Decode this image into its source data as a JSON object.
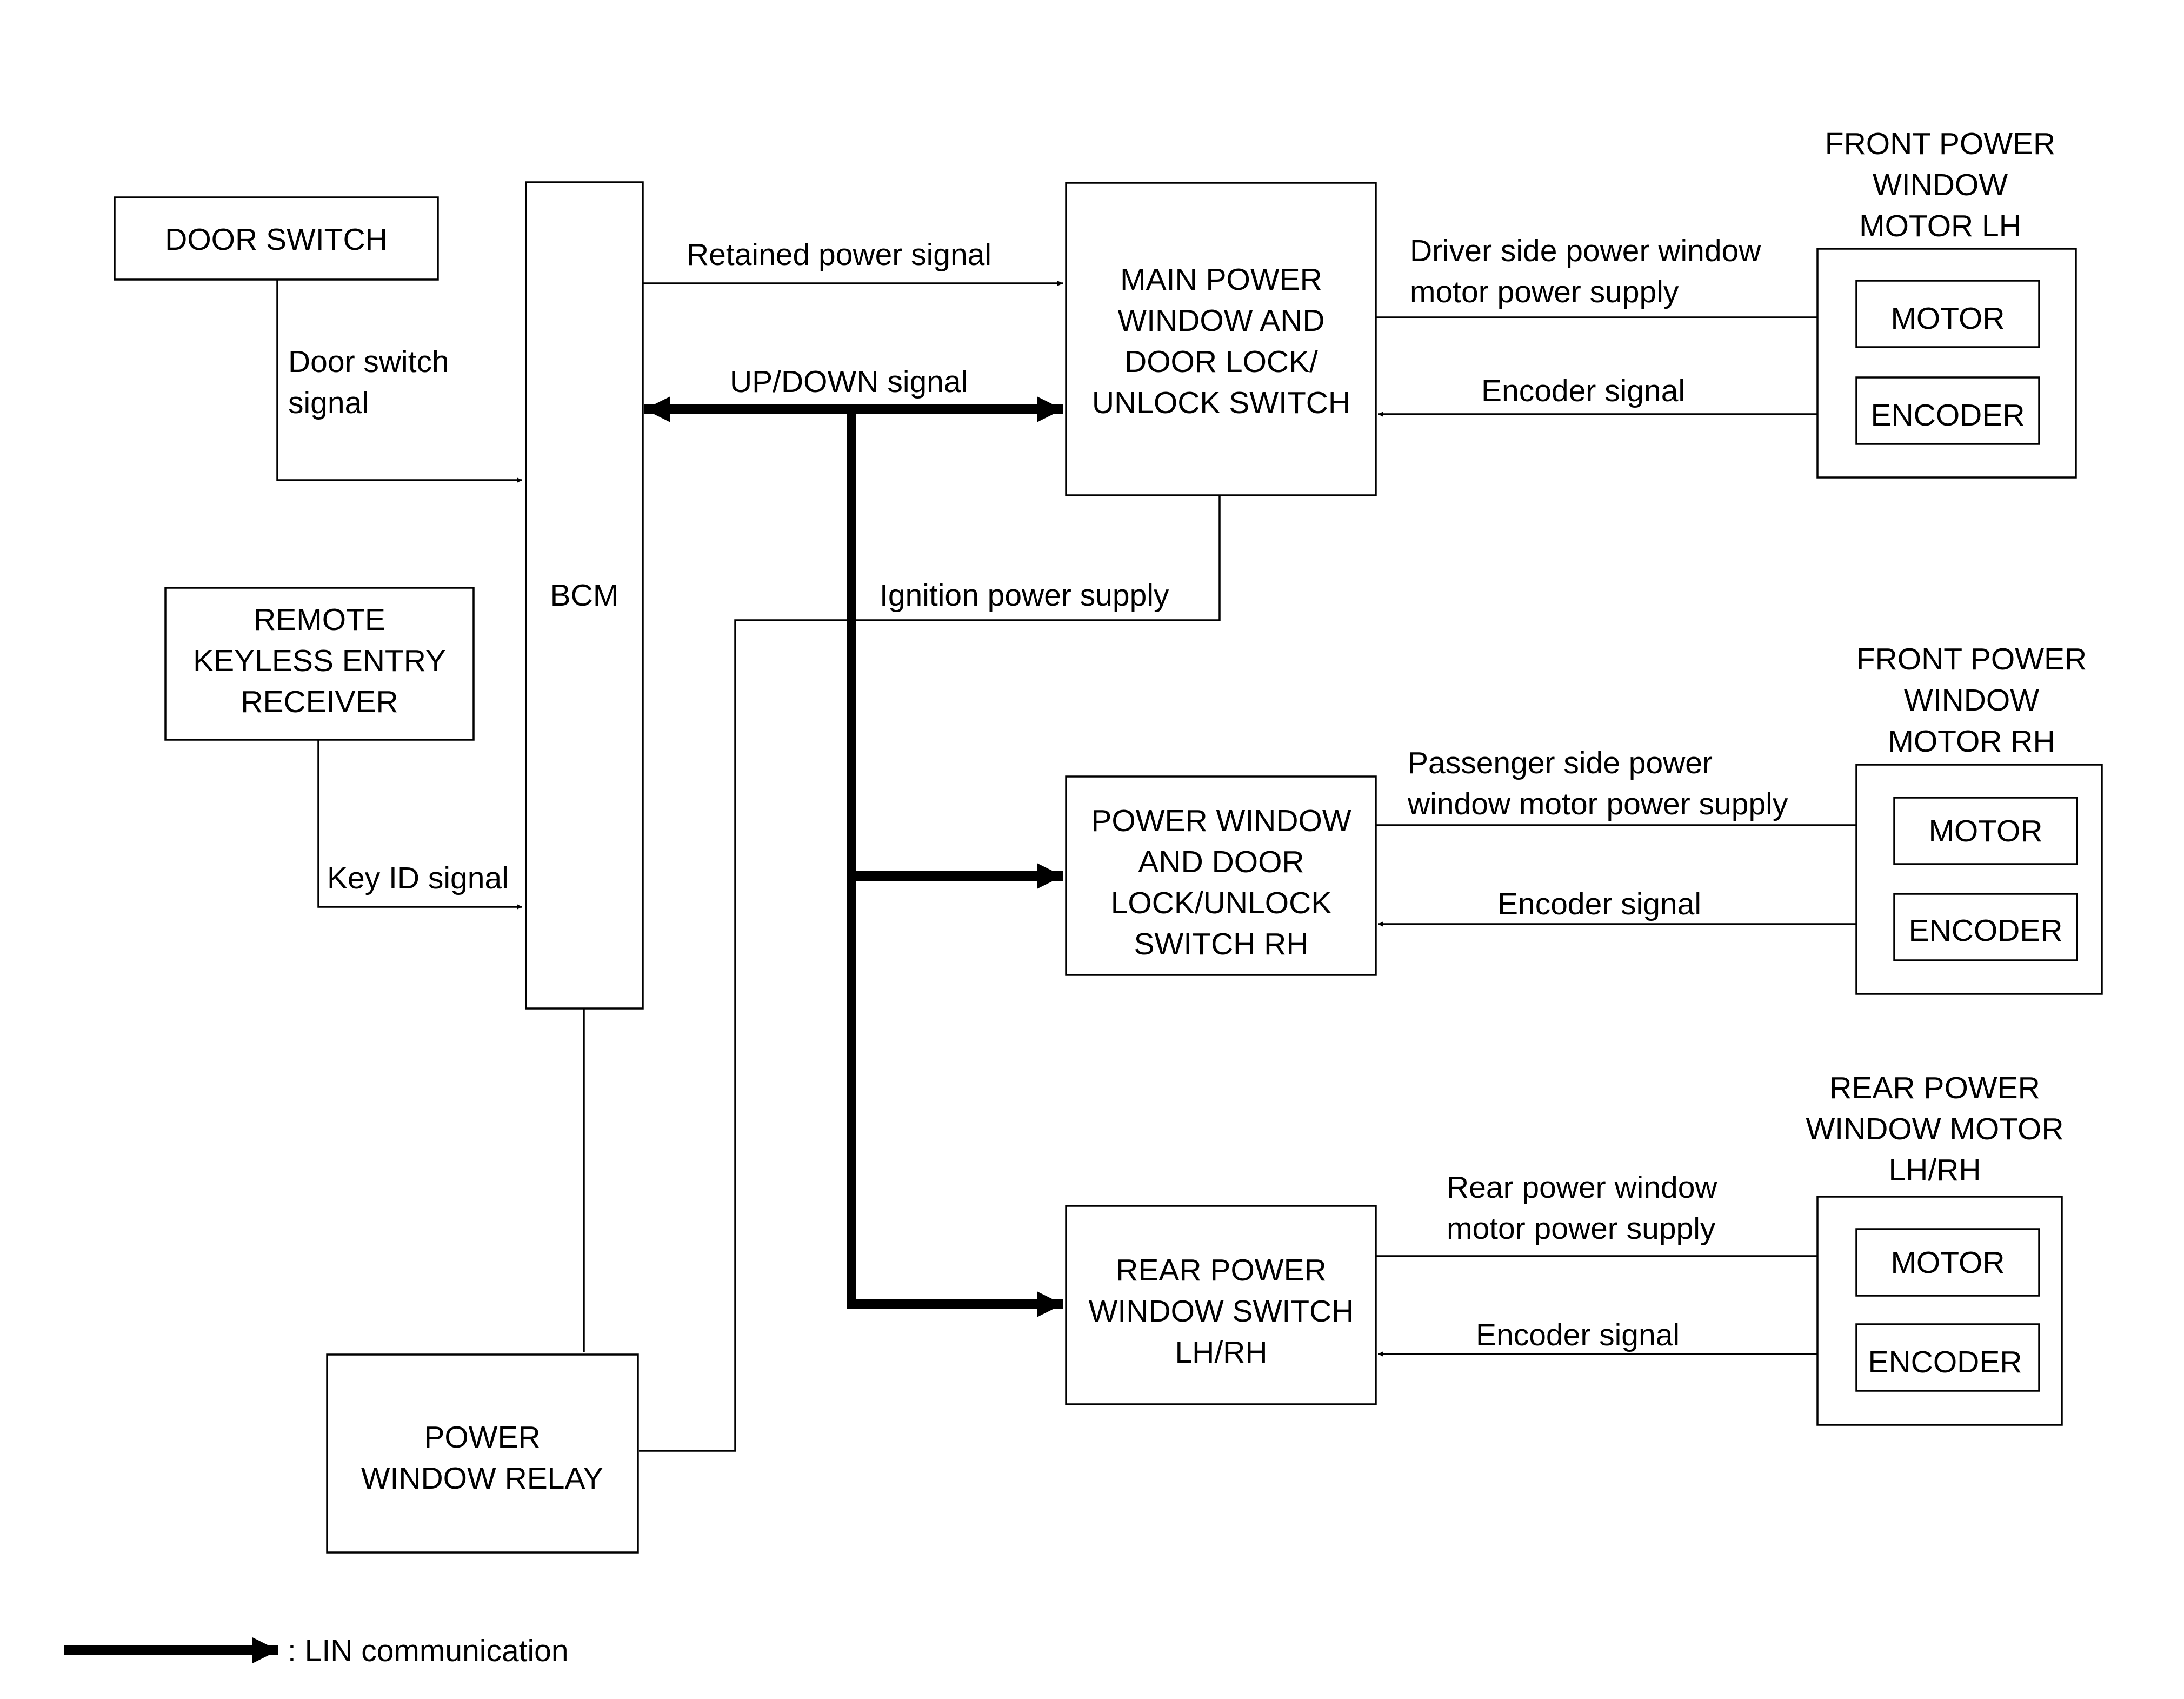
{
  "blocks": {
    "door_switch": [
      "DOOR SWITCH"
    ],
    "remote_keyless": [
      "REMOTE",
      "KEYLESS ENTRY",
      "RECEIVER"
    ],
    "bcm": [
      "BCM"
    ],
    "power_window_relay": [
      "POWER",
      "WINDOW RELAY"
    ],
    "main_switch": [
      "MAIN POWER",
      "WINDOW AND",
      "DOOR LOCK/",
      "UNLOCK SWITCH"
    ],
    "switch_rh": [
      "POWER WINDOW",
      "AND DOOR",
      "LOCK/UNLOCK",
      "SWITCH RH"
    ],
    "rear_switch": [
      "REAR POWER",
      "WINDOW SWITCH",
      "LH/RH"
    ],
    "motor_lh_title": [
      "FRONT POWER",
      "WINDOW",
      "MOTOR LH"
    ],
    "motor_rh_title": [
      "FRONT POWER",
      "WINDOW",
      "MOTOR RH"
    ],
    "motor_rear_title": [
      "REAR POWER",
      "WINDOW MOTOR",
      "LH/RH"
    ],
    "motor": "MOTOR",
    "encoder": "ENCODER"
  },
  "signals": {
    "door_switch_signal": [
      "Door switch",
      "signal"
    ],
    "key_id_signal": "Key ID signal",
    "retained_power": "Retained power signal",
    "up_down": "UP/DOWN signal",
    "ignition_power": "Ignition power supply",
    "driver_supply": [
      "Driver side power window",
      "motor power supply"
    ],
    "passenger_supply": [
      "Passenger side power",
      "window motor power supply"
    ],
    "rear_supply": [
      "Rear power window",
      "motor power supply"
    ],
    "encoder_signal": "Encoder signal"
  },
  "legend": {
    "lin_label": ": LIN communication"
  }
}
